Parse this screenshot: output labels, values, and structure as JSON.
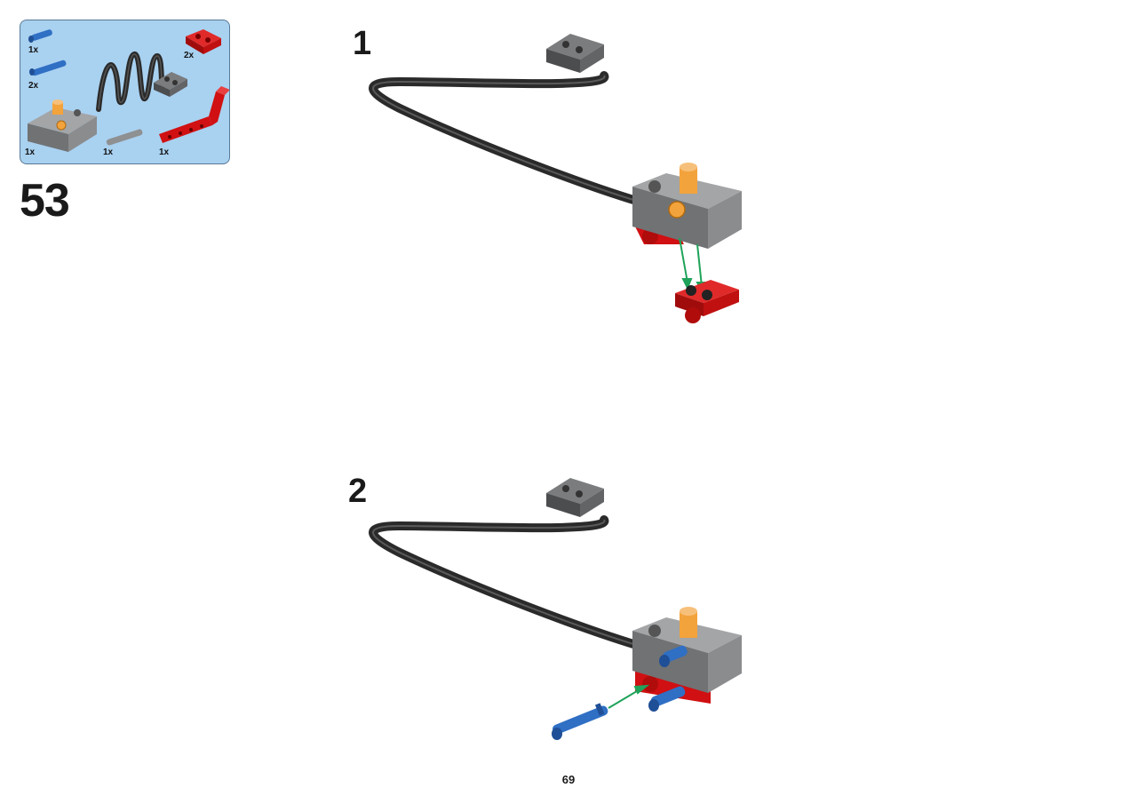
{
  "parts_list": {
    "items": [
      {
        "name": "blue-axle-pin",
        "qty": "1x"
      },
      {
        "name": "blue-long-pin",
        "qty": "2x"
      },
      {
        "name": "red-plate-with-pin-holes",
        "qty": "2x"
      },
      {
        "name": "battery-box-switch",
        "qty": "1x"
      },
      {
        "name": "gray-axle",
        "qty": "1x"
      },
      {
        "name": "red-bent-beam",
        "qty": "1x"
      }
    ]
  },
  "step_number": "53",
  "substeps": [
    {
      "number": "1"
    },
    {
      "number": "2"
    }
  ],
  "page_number": "69",
  "colors": {
    "panel": "#a9d1f0",
    "brick_gray": "#8a8c8e",
    "brick_red": "#d01012",
    "pin_blue": "#2f6fc4",
    "orange": "#f3a33b",
    "arrow_green": "#1fa35a",
    "cable": "#2a2a2a"
  }
}
